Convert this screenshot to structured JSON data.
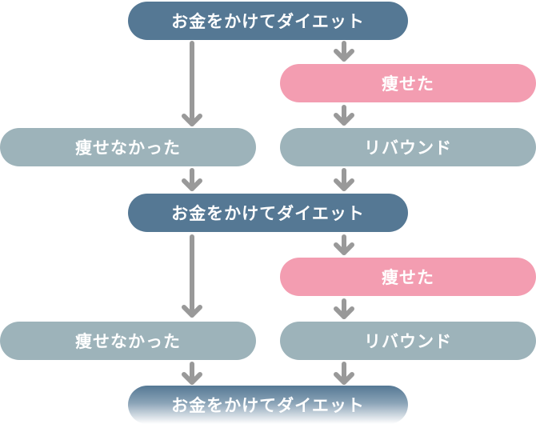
{
  "flow": {
    "nodes": [
      {
        "id": "diet-1",
        "label": "お金をかけてダイエット",
        "kind": "start"
      },
      {
        "id": "lost-1",
        "label": "痩せた",
        "kind": "success"
      },
      {
        "id": "not-lost-1",
        "label": "痩せなかった",
        "kind": "neutral"
      },
      {
        "id": "rebound-1",
        "label": "リバウンド",
        "kind": "neutral"
      },
      {
        "id": "diet-2",
        "label": "お金をかけてダイエット",
        "kind": "start"
      },
      {
        "id": "lost-2",
        "label": "痩せた",
        "kind": "success"
      },
      {
        "id": "not-lost-2",
        "label": "痩せなかった",
        "kind": "neutral"
      },
      {
        "id": "rebound-2",
        "label": "リバウンド",
        "kind": "neutral"
      },
      {
        "id": "diet-3",
        "label": "お金をかけてダイエット",
        "kind": "start-fading"
      }
    ],
    "edges": [
      [
        "diet-1",
        "not-lost-1"
      ],
      [
        "diet-1",
        "lost-1"
      ],
      [
        "lost-1",
        "rebound-1"
      ],
      [
        "not-lost-1",
        "diet-2"
      ],
      [
        "rebound-1",
        "diet-2"
      ],
      [
        "diet-2",
        "not-lost-2"
      ],
      [
        "diet-2",
        "lost-2"
      ],
      [
        "lost-2",
        "rebound-2"
      ],
      [
        "not-lost-2",
        "diet-3"
      ],
      [
        "rebound-2",
        "diet-3"
      ]
    ]
  },
  "colors": {
    "start": "#557894",
    "success": "#f39db1",
    "neutral": "#9db3ba",
    "arrow": "#999999"
  }
}
